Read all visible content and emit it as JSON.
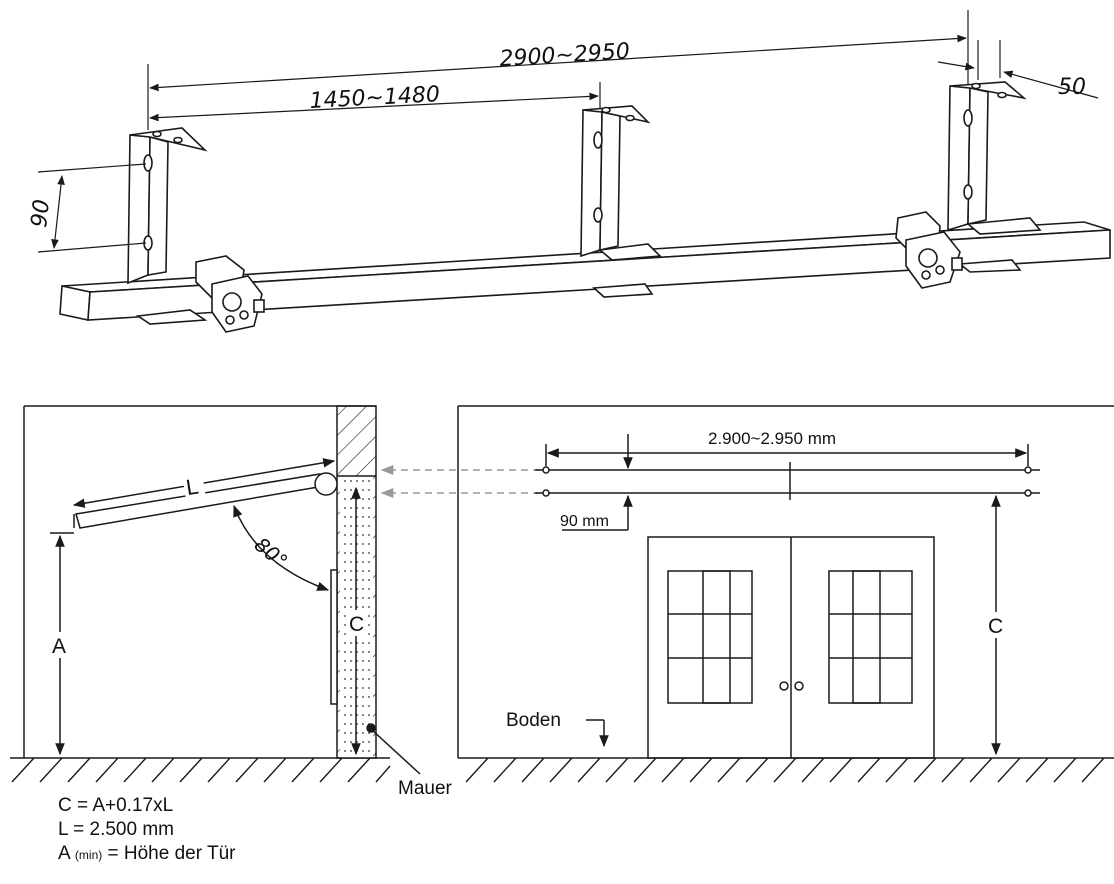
{
  "top_view": {
    "dim_total": "2900~2950",
    "dim_half": "1450~1480",
    "dim_offset": "50",
    "dim_vertical": "90"
  },
  "side_view": {
    "label_length": "L",
    "label_angle": "80°",
    "label_height_a": "A",
    "label_height_c": "C",
    "label_wall": "Mauer"
  },
  "front_view": {
    "dim_span": "2.900~2.950 mm",
    "dim_spacing": "90 mm",
    "label_height_c": "C",
    "label_floor": "Boden"
  },
  "formulas": {
    "line1": "C = A+0.17xL",
    "line2": "L = 2.500 mm",
    "line3_prefix": "A",
    "line3_sub": "(min)",
    "line3_suffix": " = Höhe der Tür"
  },
  "colors": {
    "line": "#1a1a1a",
    "guide_arrow": "#9a9a9a"
  }
}
